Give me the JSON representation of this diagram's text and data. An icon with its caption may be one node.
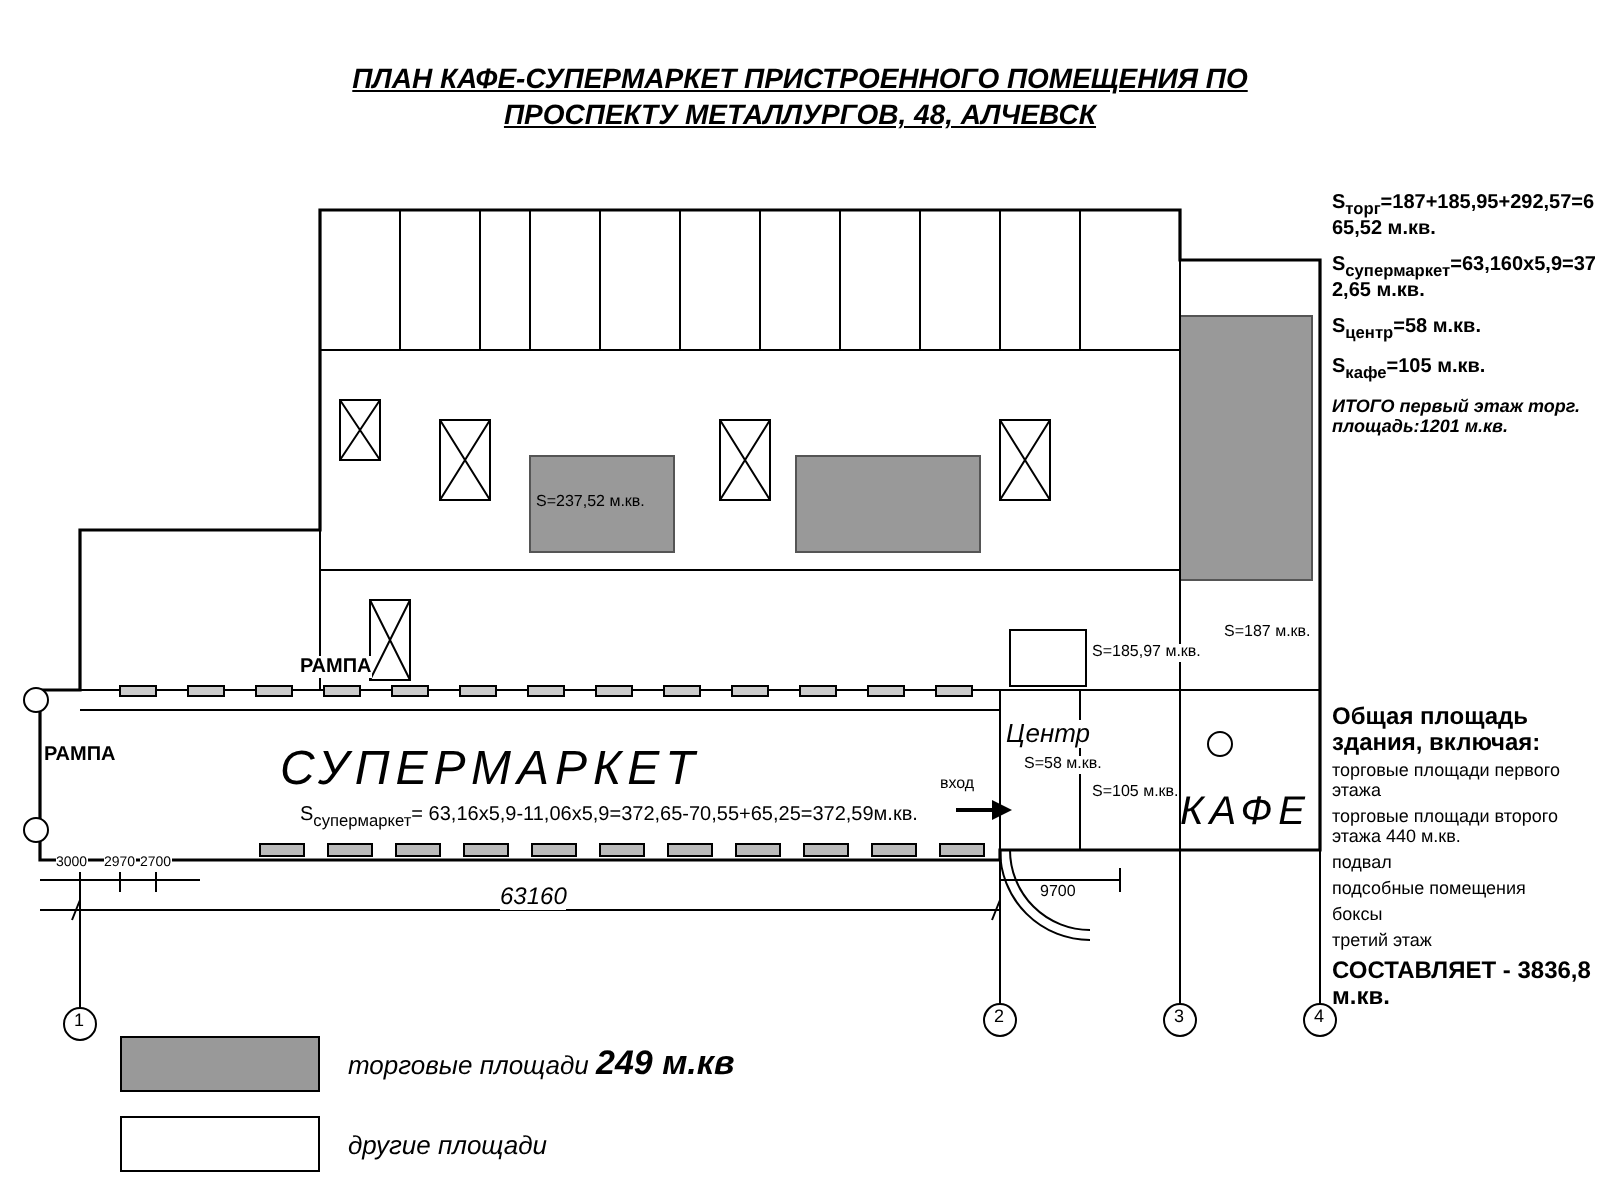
{
  "diagram": {
    "title": "ПЛАН КАФЕ-СУПЕРМАРКЕТ ПРИСТРОЕННОГО ПОМЕЩЕНИЯ ПО ПРОСПЕКТУ МЕТАЛЛУРГОВ, 48, АЛЧЕВСК",
    "labels": [
      "S$_{торг}$=187+185,95+292,57=665,52 м.кв.",
      "S$_{супермаркет}$=63,160х5,9=372,65 м.кв.",
      "S$_{центр}$=58 м.кв.",
      "S$_{кафе}$=105 м.кв.",
      "ИТОГО первый этаж торг. площадь:**1201 м.кв.**",
      "S=237,52 м.кв.",
      "РАМПА",
      "S=185,97 м.кв.",
      "S=187 м.кв.",
      "Центр",
      "S=58 м.кв.",
      "вход",
      "S=105 м.кв.",
      "РАМПА",
      "СУПЕРМАРКЕТ",
      "S$_{супермаркет}$= 63,16х5,9-11,06х5,9=372,65-70,55+65,25=372,59м.кв.",
      "КАФЕ",
      "Общая площадь здания, включая:",
      "торговые площади первого этажа",
      "торговые площади второго этажа 440 м.кв.",
      "подвал",
      "подсобные помещения",
      "боксы",
      "третий этаж",
      "СОСТАВЛЯЕТ - 3836,8 м.кв.",
      "3000",
      "2970",
      "2700",
      "63160",
      "9700",
      "1",
      "2",
      "3",
      "4"
    ],
    "legend": [
      {
        "text": "торговые площади **249 м.кв**",
        "color": "#999999"
      },
      {
        "text": "другие площади",
        "color": "#ffffff"
      }
    ]
  }
}
